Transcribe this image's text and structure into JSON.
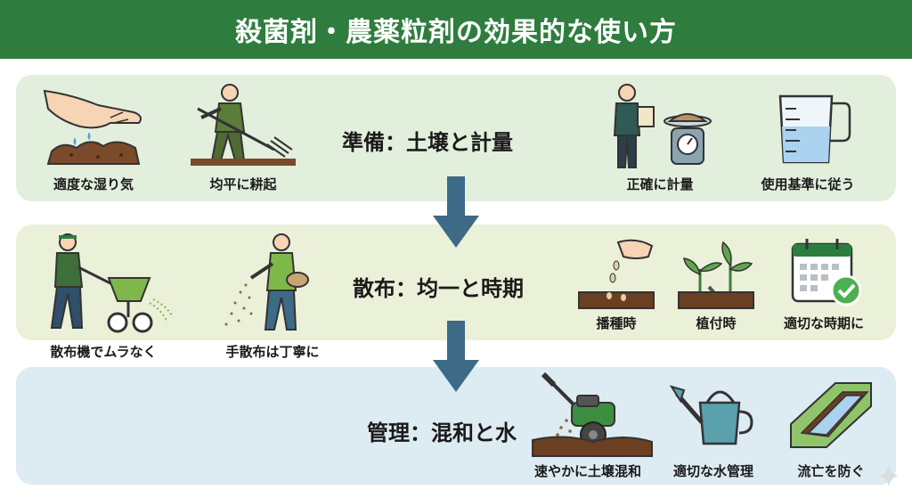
{
  "title": "殺菌剤・農薬粒剤の効果的な使い方",
  "colors": {
    "header": "#2e7d3e",
    "stage1_bg": "#e3efdd",
    "stage2_bg": "#ebf0d8",
    "stage3_bg": "#ddebf2",
    "arrow": "#3d6a86"
  },
  "stages": [
    {
      "title": "準備：土壌と計量",
      "items": [
        {
          "label": "適度な湿り気",
          "icon": "hand-moist-soil-icon"
        },
        {
          "label": "均平に耕起",
          "icon": "farmer-raking-icon"
        },
        {
          "label": "正確に計量",
          "icon": "weighing-scale-icon"
        },
        {
          "label": "使用基準に従う",
          "icon": "measuring-cup-icon"
        }
      ]
    },
    {
      "title": "散布：均一と時期",
      "items": [
        {
          "label": "散布機でムラなく",
          "icon": "spreader-machine-icon"
        },
        {
          "label": "手散布は丁寧に",
          "icon": "hand-scatter-icon"
        },
        {
          "label": "播種時",
          "icon": "sowing-seeds-icon"
        },
        {
          "label": "植付時",
          "icon": "planting-seedling-icon"
        },
        {
          "label": "適切な時期に",
          "icon": "calendar-check-icon"
        }
      ]
    },
    {
      "title": "管理：混和と水",
      "items": [
        {
          "label": "速やかに土壌混和",
          "icon": "cultivator-icon"
        },
        {
          "label": "適切な水管理",
          "icon": "watering-can-icon"
        },
        {
          "label": "流亡を防ぐ",
          "icon": "water-channel-icon"
        }
      ]
    }
  ]
}
